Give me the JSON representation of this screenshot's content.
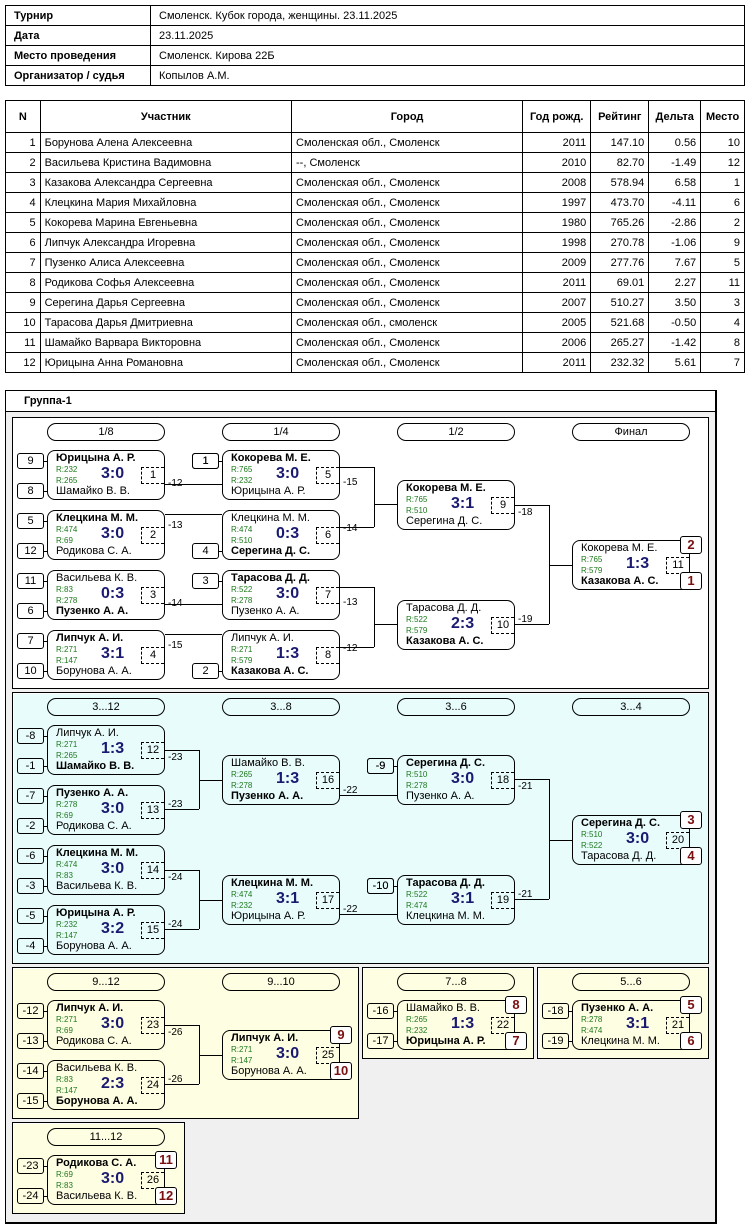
{
  "info": {
    "rows": [
      {
        "key": "Турнир",
        "value": "Смоленск. Кубок города, женщины. 23.11.2025"
      },
      {
        "key": "Дата",
        "value": "23.11.2025"
      },
      {
        "key": "Место проведения",
        "value": "Смоленск. Кирова 22Б"
      },
      {
        "key": "Организатор / судья",
        "value": "Копылов А.М."
      }
    ]
  },
  "participants": {
    "headers": [
      "N",
      "Участник",
      "Город",
      "Год рожд.",
      "Рейтинг",
      "Дельта",
      "Место"
    ],
    "rows": [
      [
        "1",
        "Борунова Алена Алексеевна",
        "Смоленская обл., Смоленск",
        "2011",
        "147.10",
        "0.56",
        "10"
      ],
      [
        "2",
        "Васильева Кристина Вадимовна",
        "--, Смоленск",
        "2010",
        "82.70",
        "-1.49",
        "12"
      ],
      [
        "3",
        "Казакова Александра Сергеевна",
        "Смоленская обл., Смоленск",
        "2008",
        "578.94",
        "6.58",
        "1"
      ],
      [
        "4",
        "Клецкина Мария Михайловна",
        "Смоленская обл., Смоленск",
        "1997",
        "473.70",
        "-4.11",
        "6"
      ],
      [
        "5",
        "Кокорева Марина Евгеньевна",
        "Смоленская обл., Смоленск",
        "1980",
        "765.26",
        "-2.86",
        "2"
      ],
      [
        "6",
        "Липчук Александра Игоревна",
        "Смоленская обл., Смоленск",
        "1998",
        "270.78",
        "-1.06",
        "9"
      ],
      [
        "7",
        "Пузенко Алиса Алексеевна",
        "Смоленская обл., Смоленск",
        "2009",
        "277.76",
        "7.67",
        "5"
      ],
      [
        "8",
        "Родикова Софья Алексеевна",
        "Смоленская обл., Смоленск",
        "2011",
        "69.01",
        "2.27",
        "11"
      ],
      [
        "9",
        "Серегина Дарья Сергеевна",
        "Смоленская обл., Смоленск",
        "2007",
        "510.27",
        "3.50",
        "3"
      ],
      [
        "10",
        "Тарасова Дарья Дмитриевна",
        "Смоленская обл., смоленск",
        "2005",
        "521.68",
        "-0.50",
        "4"
      ],
      [
        "11",
        "Шамайко Варвара Викторовна",
        "Смоленская обл., Смоленск",
        "2006",
        "265.27",
        "-1.42",
        "8"
      ],
      [
        "12",
        "Юрицына Анна Романовна",
        "Смоленская обл., Смоленск",
        "2011",
        "232.32",
        "5.61",
        "7"
      ]
    ]
  },
  "group": {
    "title": "Группа-1",
    "colors": {
      "main": "#ffffff",
      "consolation": "#e8fcfc",
      "placement": "#fefee2",
      "place_text": "#7a0f0f",
      "score_text": "#1a1a70",
      "rating_text": "#1e7a1e"
    },
    "rounds": {
      "r8": "1/8",
      "r4": "1/4",
      "r2": "1/2",
      "final": "Финал",
      "c12": "3...12",
      "c8": "3...8",
      "c6": "3...6",
      "c4": "3...4",
      "p912": "9...12",
      "p910": "9...10",
      "p78": "7...8",
      "p56": "5...6",
      "p1112": "11...12"
    },
    "matches": {
      "m1": {
        "no": "1",
        "p1": "Юрицына А. Р.",
        "p2": "Шамайко В. В.",
        "r1": "R:232",
        "r2": "R:265",
        "score": "3:0",
        "seed1": "9",
        "seed2": "8",
        "loser": "-12"
      },
      "m2": {
        "no": "2",
        "p1": "Клецкина М. М.",
        "p2": "Родикова С. А.",
        "r1": "R:474",
        "r2": "R:69",
        "score": "3:0",
        "seed1": "5",
        "seed2": "12",
        "loser": "-13"
      },
      "m3": {
        "no": "3",
        "p1": "Васильева К. В.",
        "p2": "Пузенко А. А.",
        "r1": "R:83",
        "r2": "R:278",
        "score": "0:3",
        "seed1": "11",
        "seed2": "6",
        "loser": "-14"
      },
      "m4": {
        "no": "4",
        "p1": "Липчук А. И.",
        "p2": "Борунова А. А.",
        "r1": "R:271",
        "r2": "R:147",
        "score": "3:1",
        "seed1": "7",
        "seed2": "10",
        "loser": "-15"
      },
      "m5": {
        "no": "5",
        "p1": "Кокорева М. Е.",
        "p2": "Юрицына А. Р.",
        "r1": "R:765",
        "r2": "R:232",
        "score": "3:0",
        "seed1": "1",
        "loser": "-15"
      },
      "m6": {
        "no": "6",
        "p1": "Клецкина М. М.",
        "p2": "Серегина Д. С.",
        "r1": "R:474",
        "r2": "R:510",
        "score": "0:3",
        "seed2": "4",
        "loser": "-14"
      },
      "m7": {
        "no": "7",
        "p1": "Тарасова Д. Д.",
        "p2": "Пузенко А. А.",
        "r1": "R:522",
        "r2": "R:278",
        "score": "3:0",
        "seed1": "3",
        "loser": "-13"
      },
      "m8": {
        "no": "8",
        "p1": "Липчук А. И.",
        "p2": "Казакова А. С.",
        "r1": "R:271",
        "r2": "R:579",
        "score": "1:3",
        "seed2": "2",
        "loser": "-12"
      },
      "m9": {
        "no": "9",
        "p1": "Кокорева М. Е.",
        "p2": "Серегина Д. С.",
        "r1": "R:765",
        "r2": "R:510",
        "score": "3:1",
        "loser": "-18"
      },
      "m10": {
        "no": "10",
        "p1": "Тарасова Д. Д.",
        "p2": "Казакова А. С.",
        "r1": "R:522",
        "r2": "R:579",
        "score": "2:3",
        "loser": "-19"
      },
      "m11": {
        "no": "11",
        "p1": "Кокорева М. Е.",
        "p2": "Казакова А. С.",
        "r1": "R:765",
        "r2": "R:579",
        "score": "1:3",
        "place1": "2",
        "place2": "1"
      },
      "m12": {
        "no": "12",
        "p1": "Липчук А. И.",
        "p2": "Шамайко В. В.",
        "r1": "R:271",
        "r2": "R:265",
        "score": "1:3",
        "seed1": "-8",
        "seed2": "-1",
        "loser": "-23"
      },
      "m13": {
        "no": "13",
        "p1": "Пузенко А. А.",
        "p2": "Родикова С. А.",
        "r1": "R:278",
        "r2": "R:69",
        "score": "3:0",
        "seed1": "-7",
        "seed2": "-2",
        "loser": "-23"
      },
      "m14": {
        "no": "14",
        "p1": "Клецкина М. М.",
        "p2": "Васильева К. В.",
        "r1": "R:474",
        "r2": "R:83",
        "score": "3:0",
        "seed1": "-6",
        "seed2": "-3",
        "loser": "-24"
      },
      "m15": {
        "no": "15",
        "p1": "Юрицына А. Р.",
        "p2": "Борунова А. А.",
        "r1": "R:232",
        "r2": "R:147",
        "score": "3:2",
        "seed1": "-5",
        "seed2": "-4",
        "loser": "-24"
      },
      "m16": {
        "no": "16",
        "p1": "Шамайко В. В.",
        "p2": "Пузенко А. А.",
        "r1": "R:265",
        "r2": "R:278",
        "score": "1:3",
        "loser": "-22"
      },
      "m17": {
        "no": "17",
        "p1": "Клецкина М. М.",
        "p2": "Юрицына А. Р.",
        "r1": "R:474",
        "r2": "R:232",
        "score": "3:1",
        "loser": "-22"
      },
      "m18": {
        "no": "18",
        "p1": "Серегина Д. С.",
        "p2": "Пузенко А. А.",
        "r1": "R:510",
        "r2": "R:278",
        "score": "3:0",
        "seed1": "-9",
        "loser": "-21"
      },
      "m19": {
        "no": "19",
        "p1": "Тарасова Д. Д.",
        "p2": "Клецкина М. М.",
        "r1": "R:522",
        "r2": "R:474",
        "score": "3:1",
        "seed1": "-10",
        "loser": "-21"
      },
      "m20": {
        "no": "20",
        "p1": "Серегина Д. С.",
        "p2": "Тарасова Д. Д.",
        "r1": "R:510",
        "r2": "R:522",
        "score": "3:0",
        "place1": "3",
        "place2": "4"
      },
      "m23": {
        "no": "23",
        "p1": "Липчук А. И.",
        "p2": "Родикова С. А.",
        "r1": "R:271",
        "r2": "R:69",
        "score": "3:0",
        "seed1": "-12",
        "seed2": "-13",
        "loser": "-26"
      },
      "m24": {
        "no": "24",
        "p1": "Васильева К. В.",
        "p2": "Борунова А. А.",
        "r1": "R:83",
        "r2": "R:147",
        "score": "2:3",
        "seed1": "-14",
        "seed2": "-15",
        "loser": "-26"
      },
      "m25": {
        "no": "25",
        "p1": "Липчук А. И.",
        "p2": "Борунова А. А.",
        "r1": "R:271",
        "r2": "R:147",
        "score": "3:0",
        "place1": "9",
        "place2": "10"
      },
      "m22": {
        "no": "22",
        "p1": "Шамайко В. В.",
        "p2": "Юрицына А. Р.",
        "r1": "R:265",
        "r2": "R:232",
        "score": "1:3",
        "seed1": "-16",
        "seed2": "-17",
        "place1": "8",
        "place2": "7"
      },
      "m21": {
        "no": "21",
        "p1": "Пузенко А. А.",
        "p2": "Клецкина М. М.",
        "r1": "R:278",
        "r2": "R:474",
        "score": "3:1",
        "seed1": "-18",
        "seed2": "-19",
        "place1": "5",
        "place2": "6"
      },
      "m26": {
        "no": "26",
        "p1": "Родикова С. А.",
        "p2": "Васильева К. В.",
        "r1": "R:69",
        "r2": "R:83",
        "score": "3:0",
        "seed1": "-23",
        "seed2": "-24",
        "place1": "11",
        "place2": "12"
      }
    },
    "winners": {
      "m1": 1,
      "m2": 1,
      "m3": 2,
      "m4": 1,
      "m5": 1,
      "m6": 2,
      "m7": 1,
      "m8": 2,
      "m9": 1,
      "m10": 2,
      "m11": 2,
      "m12": 2,
      "m13": 1,
      "m14": 1,
      "m15": 1,
      "m16": 2,
      "m17": 1,
      "m18": 1,
      "m19": 1,
      "m20": 1,
      "m23": 1,
      "m24": 2,
      "m25": 1,
      "m22": 2,
      "m21": 1,
      "m26": 1
    }
  }
}
